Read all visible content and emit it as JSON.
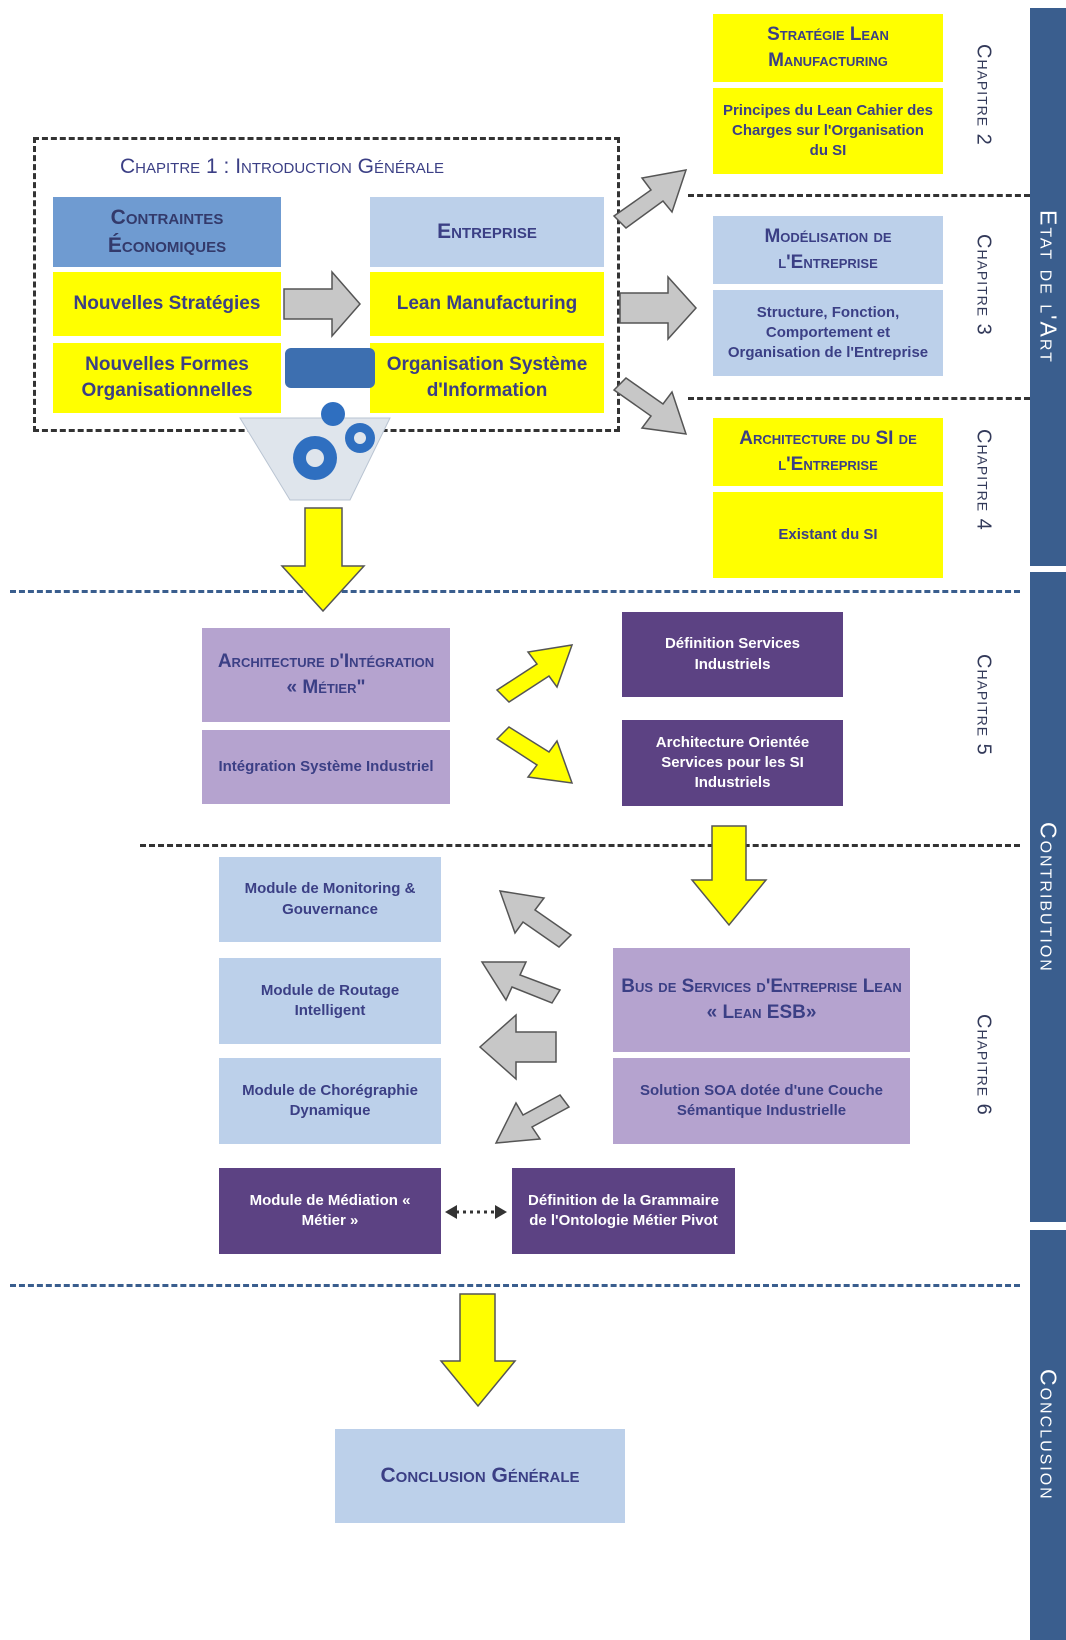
{
  "sections": {
    "etat_de_l_art": "Etat de l'Art",
    "contribution": "Contribution",
    "conclusion": "Conclusion"
  },
  "chapters": {
    "ch2": "Chapitre 2",
    "ch3": "Chapitre 3",
    "ch4": "Chapitre 4",
    "ch5": "Chapitre 5",
    "ch6": "Chapitre 6"
  },
  "chapter1": {
    "title": "Chapitre 1 : Introduction Générale",
    "contraintes": "Contraintes Économiques",
    "nouvelles_strategies": "Nouvelles Stratégies",
    "nouvelles_formes": "Nouvelles Formes Organisationnelles",
    "entreprise": "Entreprise",
    "lean_manufacturing": "Lean Manufacturing",
    "organisation_si": "Organisation Système d'Information"
  },
  "chapter2": {
    "title": "Stratégie Lean Manufacturing",
    "details": "Principes du Lean Cahier des Charges sur l'Organisation du SI"
  },
  "chapter3": {
    "title": "Modélisation de l'Entreprise",
    "details": "Structure, Fonction, Comportement et Organisation de l'Entreprise"
  },
  "chapter4": {
    "title": "Architecture du SI de l'Entreprise",
    "details": "Existant du SI"
  },
  "chapter5": {
    "title": "Architecture d'Intégration « Métier\"",
    "subtitle": "Intégration Système Industriel",
    "services": "Définition Services Industriels",
    "soa": "Architecture Orientée Services pour les SI Industriels"
  },
  "chapter6": {
    "monitoring": "Module de Monitoring & Gouvernance",
    "routage": "Module de Routage Intelligent",
    "choregraphie": "Module de Chorégraphie Dynamique",
    "mediation": "Module de Médiation « Métier »",
    "grammaire": "Définition de la Grammaire de l'Ontologie Métier Pivot",
    "esb_title": "Bus de Services d'Entreprise Lean « Lean ESB»",
    "esb_details": "Solution SOA dotée d'une Couche Sémantique Industrielle"
  },
  "conclusion": {
    "title": "Conclusion Générale"
  },
  "colors": {
    "yellow": "#ffff00",
    "blue_dark": "#6f9bd1",
    "blue_light": "#bcd0ea",
    "purple_light": "#b5a3cf",
    "purple_dark": "#5c4283",
    "section_blue": "#3a5e8e"
  }
}
